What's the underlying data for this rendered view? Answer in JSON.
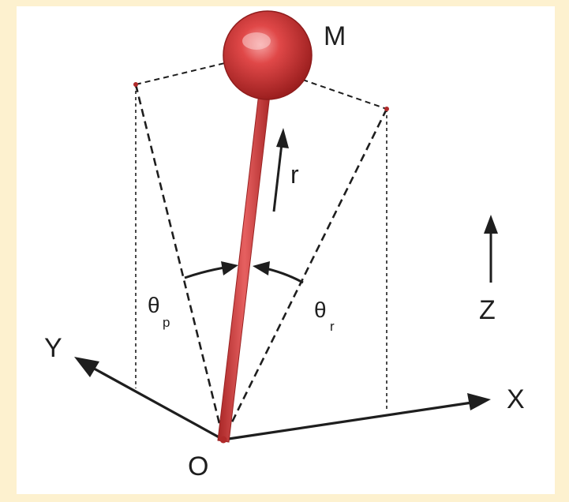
{
  "diagram": {
    "labels": {
      "mass": "M",
      "radial": "r",
      "origin": "O",
      "axis_x": "X",
      "axis_y": "Y",
      "axis_z": "Z",
      "theta_symbol": "θ",
      "theta_pitch_sub": "p",
      "theta_roll_sub": "r"
    },
    "colors": {
      "background": "#fdf1cf",
      "panel": "#ffffff",
      "rod": "#d23b3b",
      "ball": "#d23b3b",
      "lines": "#1e1e1e"
    }
  }
}
